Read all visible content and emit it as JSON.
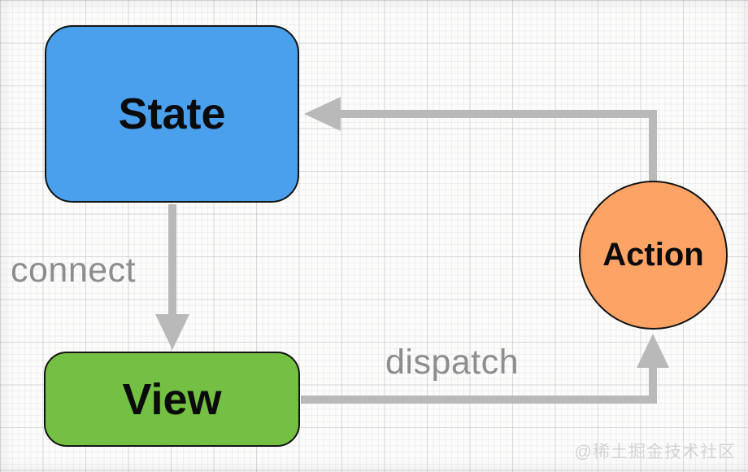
{
  "diagram": {
    "type": "flow-diagram",
    "nodes": [
      {
        "id": "state",
        "label": "State",
        "shape": "rounded-rectangle",
        "fill": "#4aa0ec",
        "border": "#141414"
      },
      {
        "id": "view",
        "label": "View",
        "shape": "rounded-rectangle",
        "fill": "#73c043",
        "border": "#141414"
      },
      {
        "id": "action",
        "label": "Action",
        "shape": "circle",
        "fill": "#fda366",
        "border": "#141414"
      }
    ],
    "edges": [
      {
        "from": "state",
        "to": "view",
        "label": "connect"
      },
      {
        "from": "view",
        "to": "action",
        "label": "dispatch"
      },
      {
        "from": "action",
        "to": "state",
        "label": ""
      }
    ],
    "arrow_color": "#b9b9b9",
    "edge_label_color": "#8d8d8d",
    "background": "grid-paper"
  },
  "watermark": {
    "text": "@稀土掘金技术社区"
  }
}
